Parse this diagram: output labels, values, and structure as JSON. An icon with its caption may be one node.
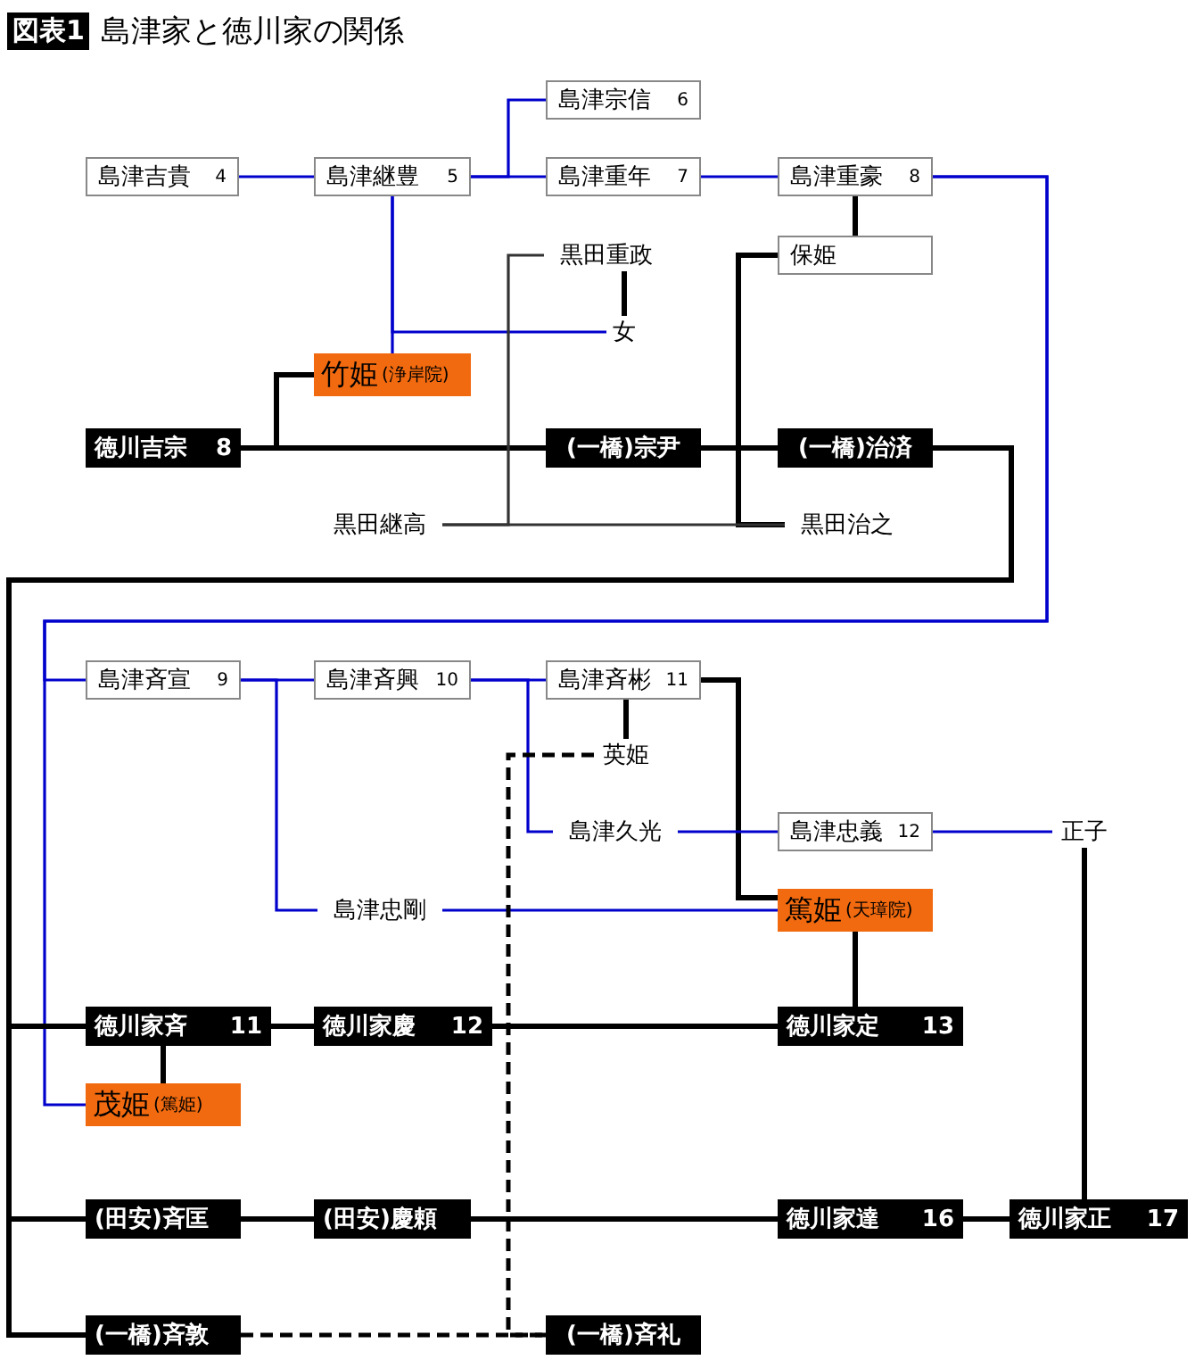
{
  "diagram": {
    "title": "島津家と徳川家の関係",
    "labels": [
      "図表1"
    ],
    "nodes": [
      {
        "text": [
          "島津宗信",
          "6"
        ]
      },
      {
        "text": [
          "島津吉貴",
          "4"
        ]
      },
      {
        "text": [
          "島津継豊",
          "5"
        ]
      },
      {
        "text": [
          "島津重年",
          "7"
        ]
      },
      {
        "text": [
          "島津重豪",
          "8"
        ]
      },
      {
        "text": [
          "黒田重政"
        ]
      },
      {
        "text": [
          "保姫"
        ]
      },
      {
        "text": [
          "女"
        ]
      },
      {
        "text": [
          "竹姫",
          "(浄岸院)"
        ]
      },
      {
        "text": [
          "徳川吉宗",
          "8"
        ]
      },
      {
        "text": [
          "(一橋)宗尹"
        ]
      },
      {
        "text": [
          "(一橋)治済"
        ]
      },
      {
        "text": [
          "黒田継高"
        ]
      },
      {
        "text": [
          "黒田治之"
        ]
      },
      {
        "text": [
          "島津斉宣",
          "9"
        ]
      },
      {
        "text": [
          "島津斉興",
          "10"
        ]
      },
      {
        "text": [
          "島津斉彬",
          "11"
        ]
      },
      {
        "text": [
          "英姫"
        ]
      },
      {
        "text": [
          "島津久光"
        ]
      },
      {
        "text": [
          "島津忠義",
          "12"
        ]
      },
      {
        "text": [
          "正子"
        ]
      },
      {
        "text": [
          "島津忠剛"
        ]
      },
      {
        "text": [
          "篤姫",
          "(天璋院)"
        ]
      },
      {
        "text": [
          "徳川家斉",
          "11"
        ]
      },
      {
        "text": [
          "徳川家慶",
          "12"
        ]
      },
      {
        "text": [
          "徳川家定",
          "13"
        ]
      },
      {
        "text": [
          "茂姫",
          "(篤姫)"
        ]
      },
      {
        "text": [
          "(田安)斉匡"
        ]
      },
      {
        "text": [
          "(田安)慶頼"
        ]
      },
      {
        "text": [
          "徳川家達",
          "16"
        ]
      },
      {
        "text": [
          "徳川家正",
          "17"
        ]
      },
      {
        "text": [
          "(一橋)斉敦"
        ]
      },
      {
        "text": [
          "(一橋)斉礼"
        ]
      }
    ],
    "edges": [
      {
        "from": 1,
        "to": 2,
        "arrow": "none",
        "color": "#0000cc"
      },
      {
        "from": 2,
        "to": 0,
        "arrow": "none",
        "color": "#0000cc"
      },
      {
        "from": 2,
        "to": 3,
        "arrow": "none",
        "color": "#0000cc"
      },
      {
        "from": 3,
        "to": 4,
        "arrow": "none",
        "color": "#0000cc"
      },
      {
        "from": 2,
        "to": 8,
        "arrow": "none",
        "color": "#0000cc"
      },
      {
        "from": 2,
        "to": 7,
        "arrow": "none",
        "color": "#0000cc"
      },
      {
        "from": 4,
        "to": 6,
        "arrow": "none"
      },
      {
        "from": 4,
        "to": 14,
        "arrow": "none",
        "color": "#0000cc"
      },
      {
        "from": 4,
        "to": 26,
        "arrow": "none",
        "color": "#0000cc"
      },
      {
        "from": 5,
        "to": 7,
        "arrow": "none"
      },
      {
        "from": 6,
        "to": 13,
        "arrow": "none"
      },
      {
        "from": 9,
        "to": 8,
        "arrow": "none"
      },
      {
        "from": 9,
        "to": 10,
        "arrow": "none"
      },
      {
        "from": 10,
        "to": 11,
        "arrow": "none"
      },
      {
        "from": 12,
        "to": 5,
        "arrow": "none",
        "color": "#333333"
      },
      {
        "from": 12,
        "to": 13,
        "arrow": "none",
        "color": "#333333"
      },
      {
        "from": 11,
        "to": 23,
        "arrow": "none"
      },
      {
        "from": 11,
        "to": 27,
        "arrow": "none"
      },
      {
        "from": 11,
        "to": 31,
        "arrow": "none"
      },
      {
        "from": 14,
        "to": 15,
        "arrow": "none",
        "color": "#0000cc"
      },
      {
        "from": 14,
        "to": 21,
        "arrow": "none",
        "color": "#0000cc"
      },
      {
        "from": 15,
        "to": 16,
        "arrow": "none",
        "color": "#0000cc"
      },
      {
        "from": 15,
        "to": 18,
        "arrow": "none",
        "color": "#0000cc"
      },
      {
        "from": 16,
        "to": 17,
        "arrow": "none"
      },
      {
        "from": 16,
        "to": 22,
        "arrow": "none"
      },
      {
        "from": 21,
        "to": 22,
        "arrow": "none",
        "color": "#0000cc"
      },
      {
        "from": 18,
        "to": 19,
        "arrow": "none",
        "color": "#0000cc"
      },
      {
        "from": 19,
        "to": 20,
        "arrow": "none",
        "color": "#0000cc"
      },
      {
        "from": 22,
        "to": 25,
        "arrow": "none"
      },
      {
        "from": 23,
        "to": 26,
        "arrow": "none"
      },
      {
        "from": 23,
        "to": 24,
        "arrow": "none"
      },
      {
        "from": 24,
        "to": 25,
        "arrow": "none"
      },
      {
        "from": 27,
        "to": 28,
        "arrow": "none"
      },
      {
        "from": 28,
        "to": 29,
        "arrow": "none"
      },
      {
        "from": 29,
        "to": 30,
        "arrow": "none"
      },
      {
        "from": 20,
        "to": 30,
        "arrow": "none"
      },
      {
        "from": 31,
        "to": 32,
        "arrow": "none",
        "style": "dashed"
      },
      {
        "from": 17,
        "to": 32,
        "arrow": "none",
        "style": "dashed"
      }
    ]
  }
}
